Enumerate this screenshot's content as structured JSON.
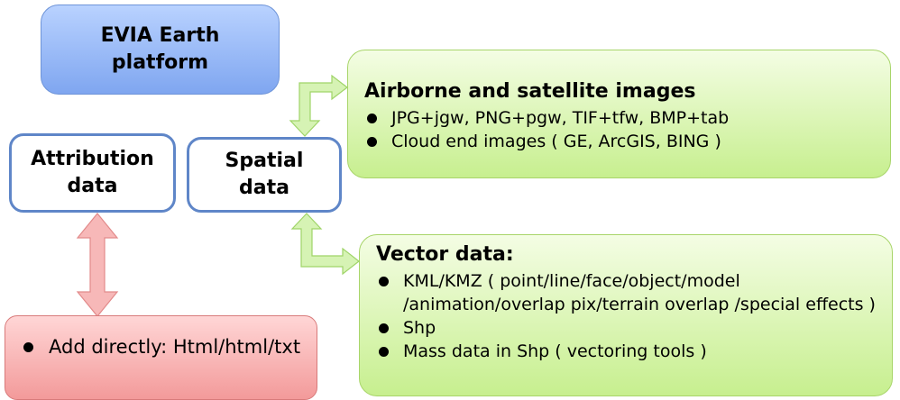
{
  "platform": {
    "line1": "EVIA Earth",
    "line2": "platform"
  },
  "attribution": {
    "line1": "Attribution",
    "line2": "data"
  },
  "spatial": {
    "line1": "Spatial",
    "line2": "data"
  },
  "images": {
    "heading": "Airborne and satellite images",
    "items": [
      "JPG+jgw,  PNG+pgw, TIF+tfw, BMP+tab",
      "Cloud end images ( GE, ArcGIS, BING )"
    ]
  },
  "vector": {
    "heading": "Vector data:",
    "items": [
      "KML/KMZ ( point/line/face/object/model /animation/overlap pix/terrain overlap /special effects )",
      "Shp",
      "Mass data in Shp ( vectoring tools )"
    ]
  },
  "direct": {
    "items": [
      "Add directly: Html/html/txt"
    ]
  },
  "colors": {
    "blue_box": "#8fb4f5",
    "green_box": "#c7ef8f",
    "red_box": "#f39a9a",
    "border_blue": "#5f86c8",
    "green_arrow": "#b8e986",
    "red_arrow": "#f4a3a3"
  }
}
